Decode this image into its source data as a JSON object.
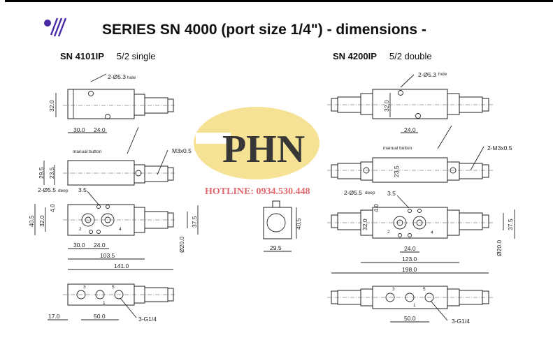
{
  "header": {
    "title": "SERIES SN 4000 (port size 1/4\")  -  dimensions  -",
    "logo_icon": "brand-stripes-logo"
  },
  "left": {
    "model": "SN  4101IP",
    "type": "5/2  single",
    "hole": "2-Ø5.3",
    "hole_suffix": "hole",
    "d32a": "32.0",
    "d30a": "30.0",
    "d24a": "24.0",
    "manual": "manual button",
    "m3": "M3x0.5",
    "d295": "29.5",
    "d235": "23.5",
    "deep": "2-Ø5.5",
    "deep_suffix": "deep",
    "d35": "3.5",
    "d405": "40.5",
    "d32b": "32.0",
    "d40": "4.0",
    "p2": "2",
    "p4": "4",
    "d375": "37.5",
    "d20": "Ø20.0",
    "d30b": "30.0",
    "d24b": "24.0",
    "d1035": "103.5",
    "d141": "141.0",
    "p3": "3",
    "p5": "5",
    "p1": "1",
    "d17": "17.0",
    "d50": "50.0",
    "g14": "3-G1/4"
  },
  "end_view": {
    "d405": "40.5",
    "d295": "29.5"
  },
  "right": {
    "model": "SN  4200IP",
    "type": "5/2  double",
    "hole": "2-Ø5.3",
    "hole_suffix": "hole",
    "d32a": "32.0",
    "d24a": "24.0",
    "manual": "manual button",
    "m3": "2-M3x0.5",
    "d235": "23.5",
    "deep": "2-Ø5.5",
    "deep_suffix": "deep",
    "d35": "3.5",
    "d32b": "32.0",
    "d40": "4.0",
    "p2": "2",
    "p4": "4",
    "d24b": "24.0",
    "d123": "123.0",
    "d198": "198.0",
    "d375": "37.5",
    "d20": "Ø20.0",
    "p3": "3",
    "p5": "5",
    "p1": "1",
    "d50": "50.0",
    "g14": "3-G1/4"
  },
  "watermark": {
    "logo_text": "PHN",
    "hotline": "HOTLINE: 0934.530.448",
    "colors": {
      "oval": "#f6df8a",
      "letters": "#8a8a8a",
      "hotline": "#e06a70"
    }
  }
}
